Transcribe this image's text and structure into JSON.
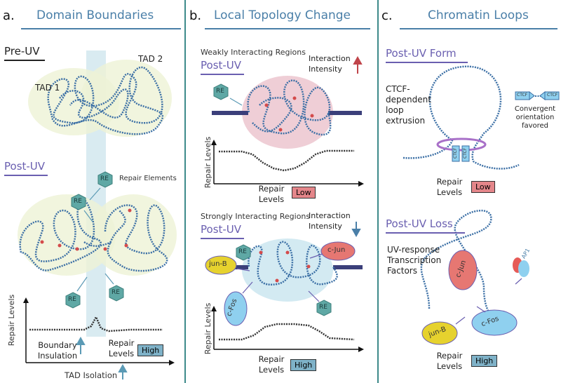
{
  "panel_a": {
    "letter": "a.",
    "title": "Domain Boundaries",
    "pre_uv": "Pre-UV",
    "tad1": "TAD 1",
    "tad2": "TAD 2",
    "post_uv": "Post-UV",
    "repair_elements": "Repair Elements",
    "re": "RE",
    "y_axis": "Repair Levels",
    "boundary_insulation": "Boundary Insulation",
    "repair_levels": "Repair Levels",
    "high": "High",
    "tad_isolation": "TAD Isolation"
  },
  "panel_b": {
    "letter": "b.",
    "title": "Local Topology Change",
    "weak": "Weakly Interacting Regions",
    "post_uv": "Post-UV",
    "interaction_intensity": "Interaction Intensity",
    "re": "RE",
    "y_axis": "Repair Levels",
    "repair_levels": "Repair Levels",
    "low": "Low",
    "strong": "Strongly Interacting Regions",
    "junb": "jun-B",
    "cjun": "c-Jun",
    "cfos": "c-Fos",
    "high": "High"
  },
  "panel_c": {
    "letter": "c.",
    "title": "Chromatin Loops",
    "post_uv_form": "Post-UV Form",
    "ctcf_text": "CTCF-dependent loop extrusion",
    "ctcf": "CTCF",
    "convergent": "Convergent orientation favored",
    "repair_levels": "Repair Levels",
    "low": "Low",
    "post_uv_loss": "Post-UV Loss",
    "uv_tf": "UV-response Transcription Factors",
    "cjun": "c-Jun",
    "ap1": "AP1",
    "junb": "jun-B",
    "cfos": "c-Fos",
    "high": "High"
  },
  "colors": {
    "accent": "#4a7fa8",
    "subtitle": "#6a5fb0",
    "divider": "#3d8a8a",
    "low": "#e4868a",
    "high": "#7fb2c8",
    "chromatin": "#3b6fa5"
  }
}
